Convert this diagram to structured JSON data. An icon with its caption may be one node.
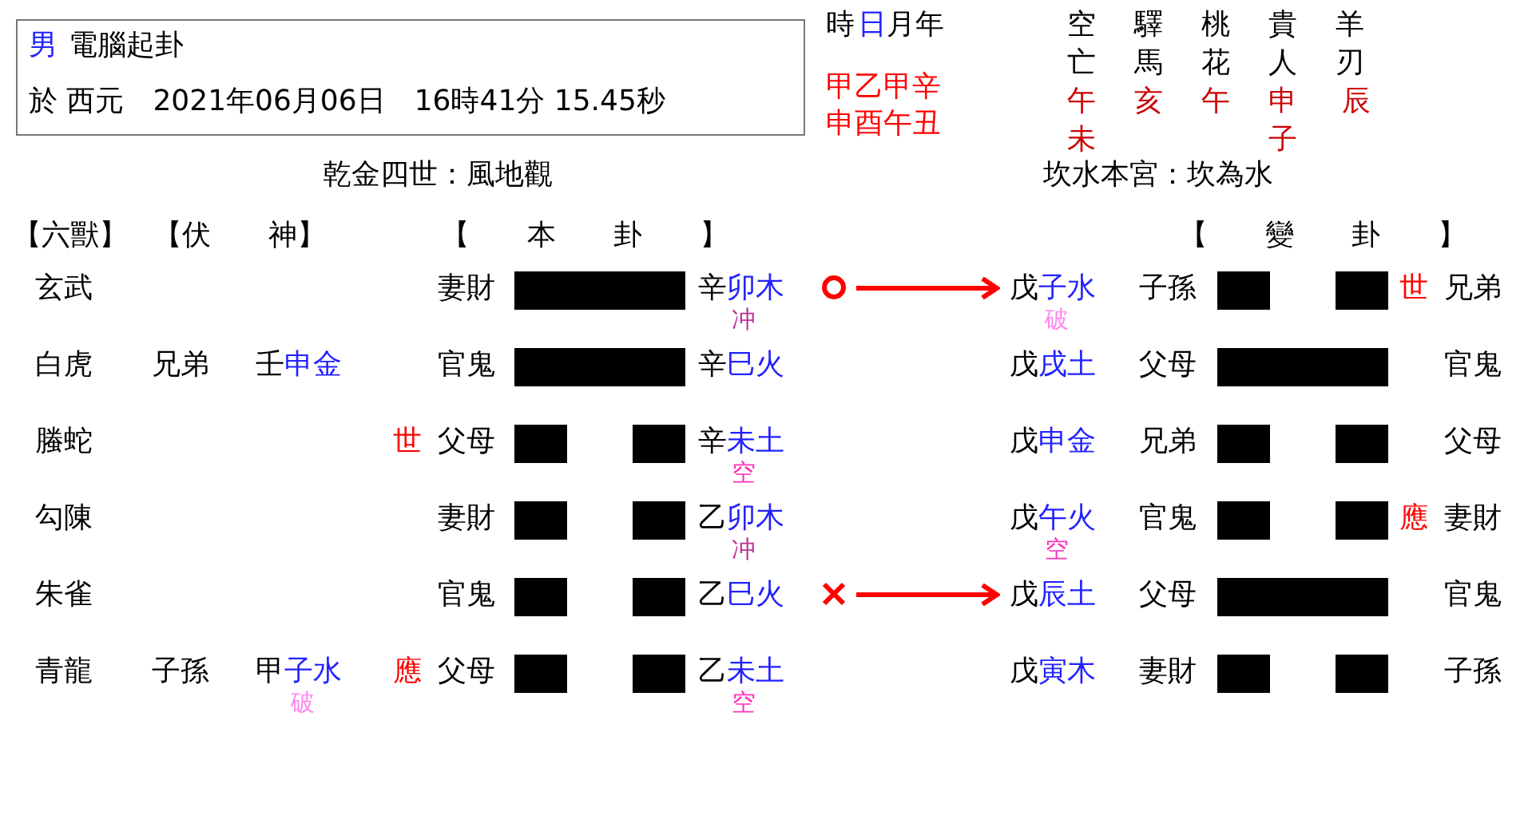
{
  "diagram": {
    "nodes": [
      {
        "text": [
          "男",
          "電腦起卦",
          "於 西元　2021年06月06日　16時41分 15.45秒"
        ]
      },
      {
        "text": [],
        "shape": "circle"
      },
      {
        "text": [
          "戊",
          "子水"
        ],
        "beside": [
          "破"
        ]
      },
      {
        "text": [],
        "shape": "cross"
      },
      {
        "text": [
          "戊",
          "辰土"
        ]
      }
    ],
    "edges": [
      {
        "from": 1,
        "to": 2,
        "arrow": "to"
      },
      {
        "from": 3,
        "to": 4,
        "arrow": "to"
      }
    ],
    "labels": [
      "時",
      "日",
      "月年",
      "甲乙甲辛",
      "申酉午丑",
      "空",
      "驛",
      "桃",
      "貴",
      "羊",
      "亡",
      "馬",
      "花",
      "人",
      "刃",
      "午",
      "亥",
      "午",
      "申",
      "辰",
      "未",
      "子",
      "乾金四世：風地觀",
      "坎水本宮：坎為水",
      "【六獸】",
      "【伏　　神】",
      "【　　本　　卦　　】",
      "【　　變　　卦　　】",
      "玄武",
      "妻財",
      "辛",
      "卯木",
      "冲",
      "子孫",
      "世",
      "兄弟",
      "白虎",
      "兄弟",
      "壬",
      "申金",
      "官鬼",
      "辛",
      "巳火",
      "戊",
      "戌土",
      "父母",
      "官鬼",
      "螣蛇",
      "世",
      "父母",
      "辛",
      "未土",
      "空",
      "戊",
      "申金",
      "兄弟",
      "父母",
      "勾陳",
      "妻財",
      "乙",
      "卯木",
      "冲",
      "戊",
      "午火",
      "空",
      "官鬼",
      "應",
      "妻財",
      "朱雀",
      "官鬼",
      "乙",
      "巳火",
      "父母",
      "官鬼",
      "青龍",
      "子孫",
      "甲",
      "子水",
      "破",
      "應",
      "父母",
      "乙",
      "未土",
      "空",
      "戊",
      "寅木",
      "妻財",
      "子孫"
    ]
  }
}
